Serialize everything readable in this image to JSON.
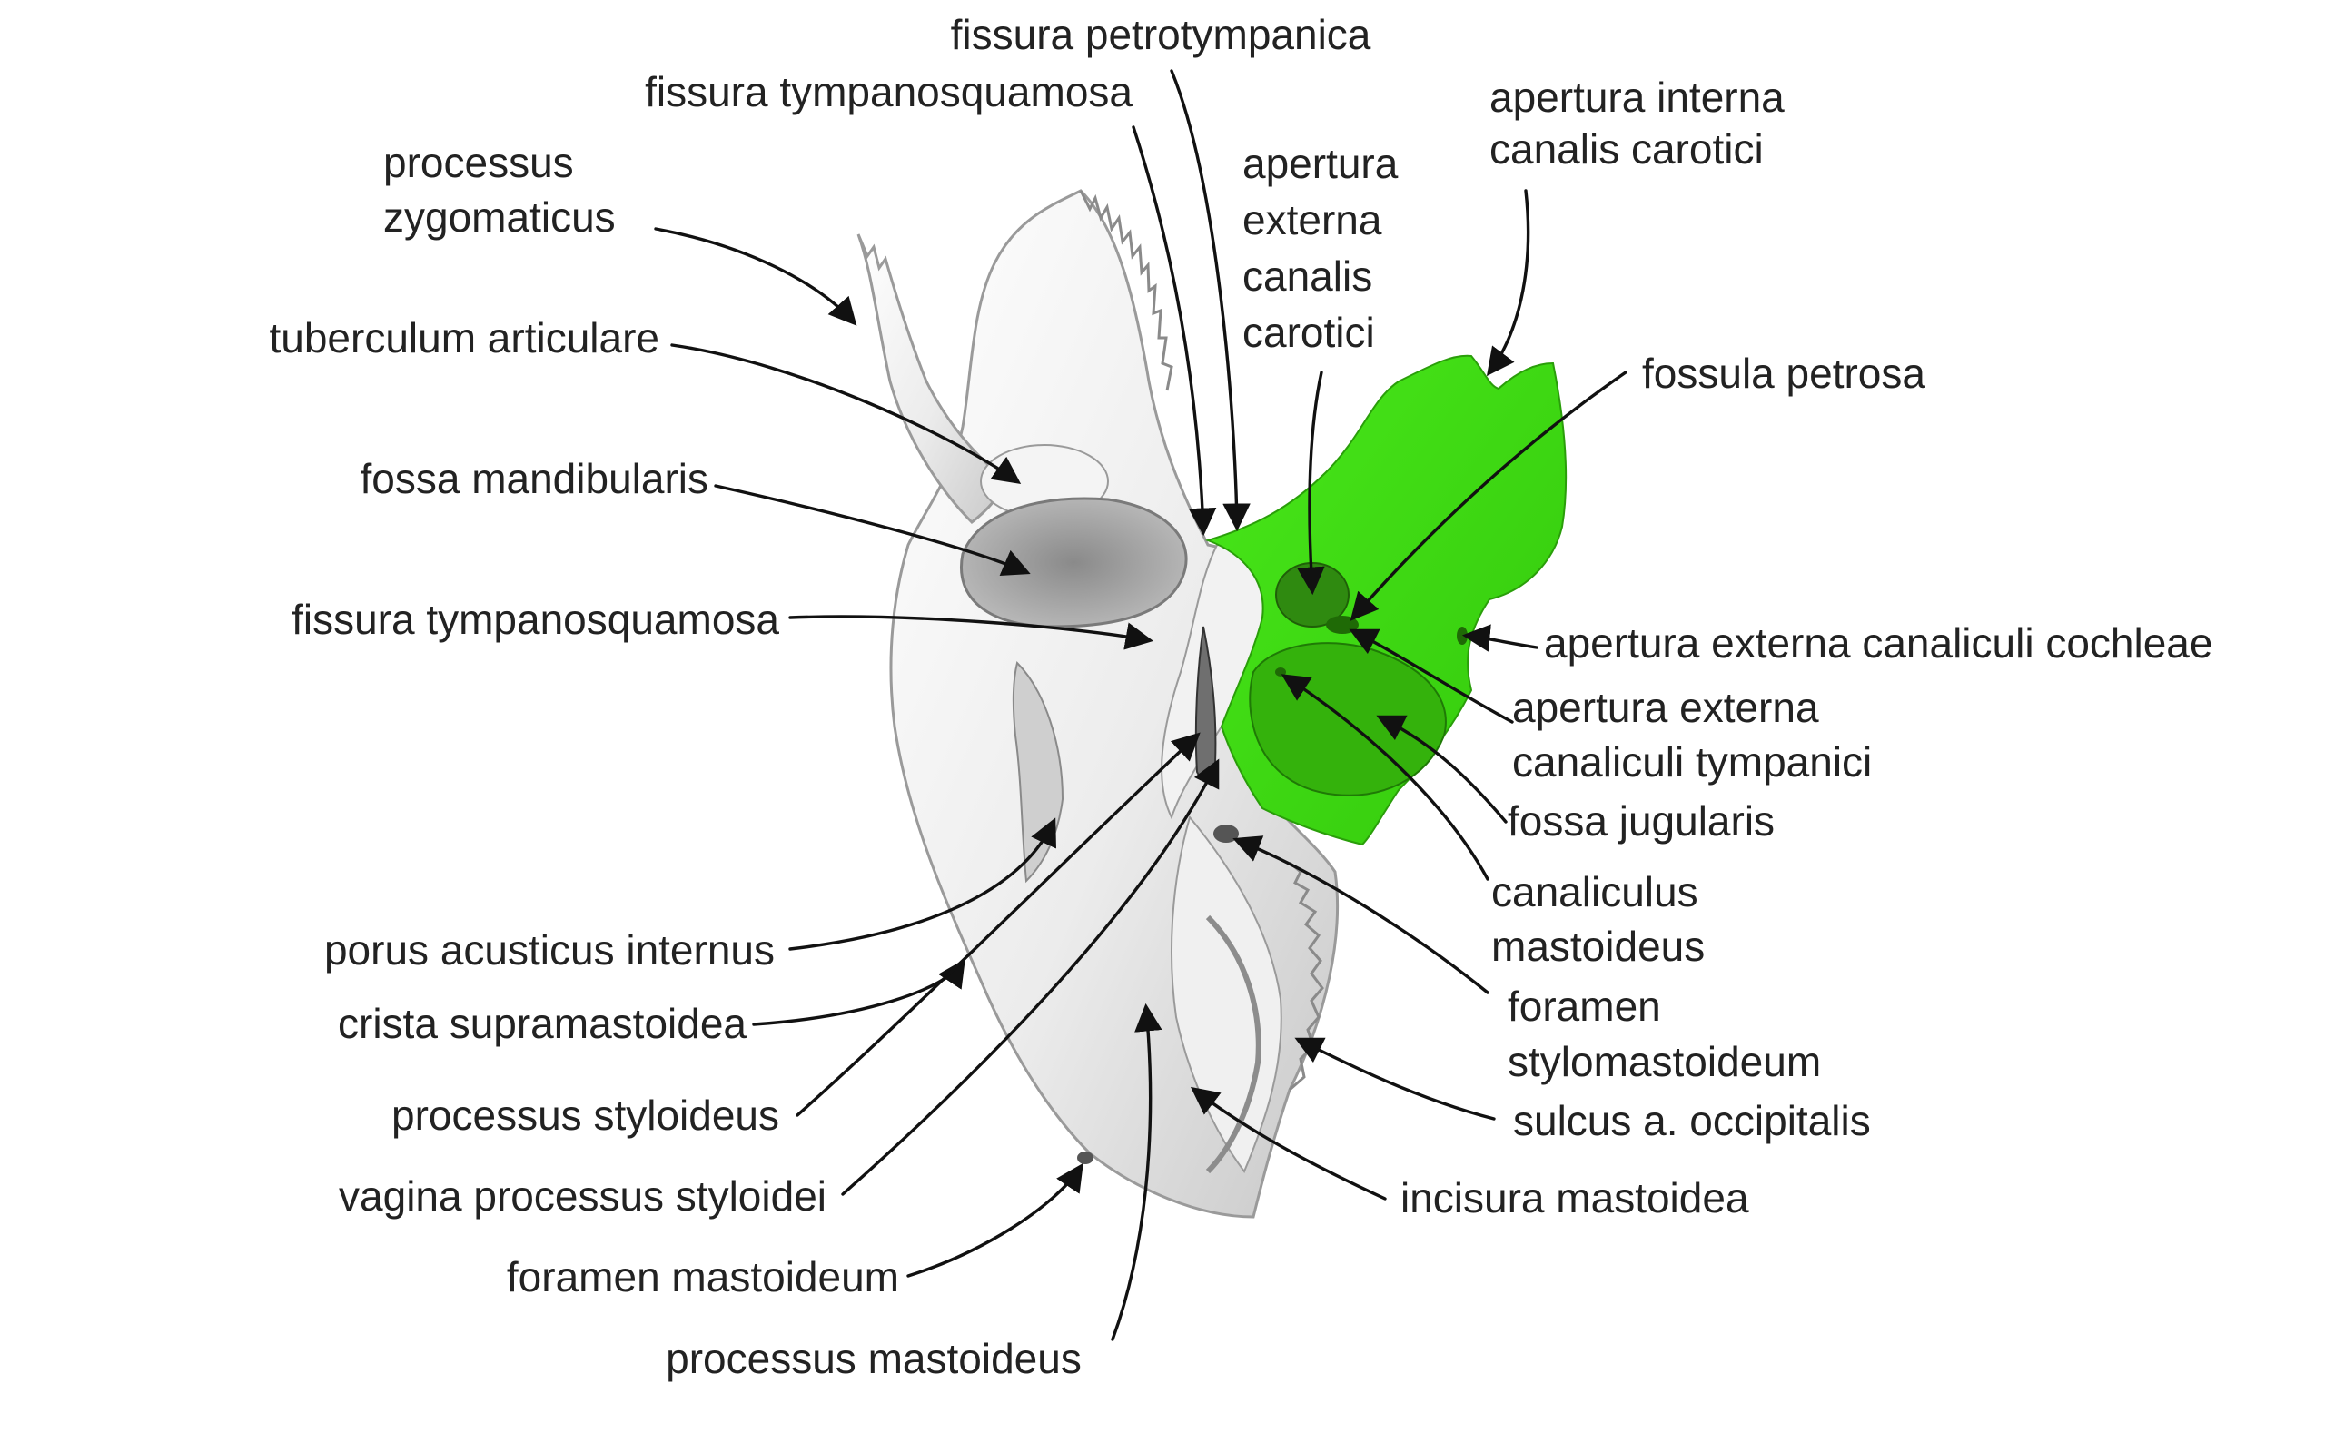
{
  "colors": {
    "background": "#ffffff",
    "bone": "#e8e8e8",
    "bone_shadow": "#9a9a9a",
    "petrous_highlight": "#3fe010",
    "petrous_shadow": "#2aa60a",
    "label_text": "#222222",
    "leader_line": "#111111"
  },
  "diagram": {
    "subject": "inferior view of the temporal bone",
    "highlighted_region_color": "green",
    "labels": {
      "fissura_petrotympanica": "fissura petrotympanica",
      "fissura_tympanosquamosa_top": "fissura tympanosquamosa",
      "apertura_interna_line1": "apertura interna",
      "apertura_interna_line2": "canalis carotici",
      "processus_zygomaticus_line1": "processus",
      "processus_zygomaticus_line2": "zygomaticus",
      "apertura_externa_carotici_line1": "apertura",
      "apertura_externa_carotici_line2": "externa",
      "apertura_externa_carotici_line3": "canalis",
      "apertura_externa_carotici_line4": "carotici",
      "tuberculum_articulare": "tuberculum articulare",
      "fossula_petrosa": "fossula petrosa",
      "fossa_mandibularis": "fossa mandibularis",
      "fissura_tympanosquamosa_mid": "fissura tympanosquamosa",
      "apertura_externa_canaliculi_cochleae": "apertura externa canaliculi cochleae",
      "apertura_externa_canaliculi_tympanici_line1": "apertura externa",
      "apertura_externa_canaliculi_tympanici_line2": "canaliculi tympanici",
      "fossa_jugularis": "fossa jugularis",
      "canaliculus_mastoideus_line1": "canaliculus",
      "canaliculus_mastoideus_line2": "mastoideus",
      "porus_acusticus_internus": "porus acusticus internus",
      "foramen_stylomastoideum_line1": "foramen",
      "foramen_stylomastoideum_line2": "stylomastoideum",
      "crista_supramastoidea": "crista supramastoidea",
      "sulcus_a_occipitalis": "sulcus a. occipitalis",
      "processus_styloideus": "processus styloideus",
      "vagina_processus_styloidei": "vagina processus styloidei",
      "incisura_mastoidea": "incisura mastoidea",
      "foramen_mastoideum": "foramen mastoideum",
      "processus_mastoideus": "processus mastoideus"
    }
  }
}
